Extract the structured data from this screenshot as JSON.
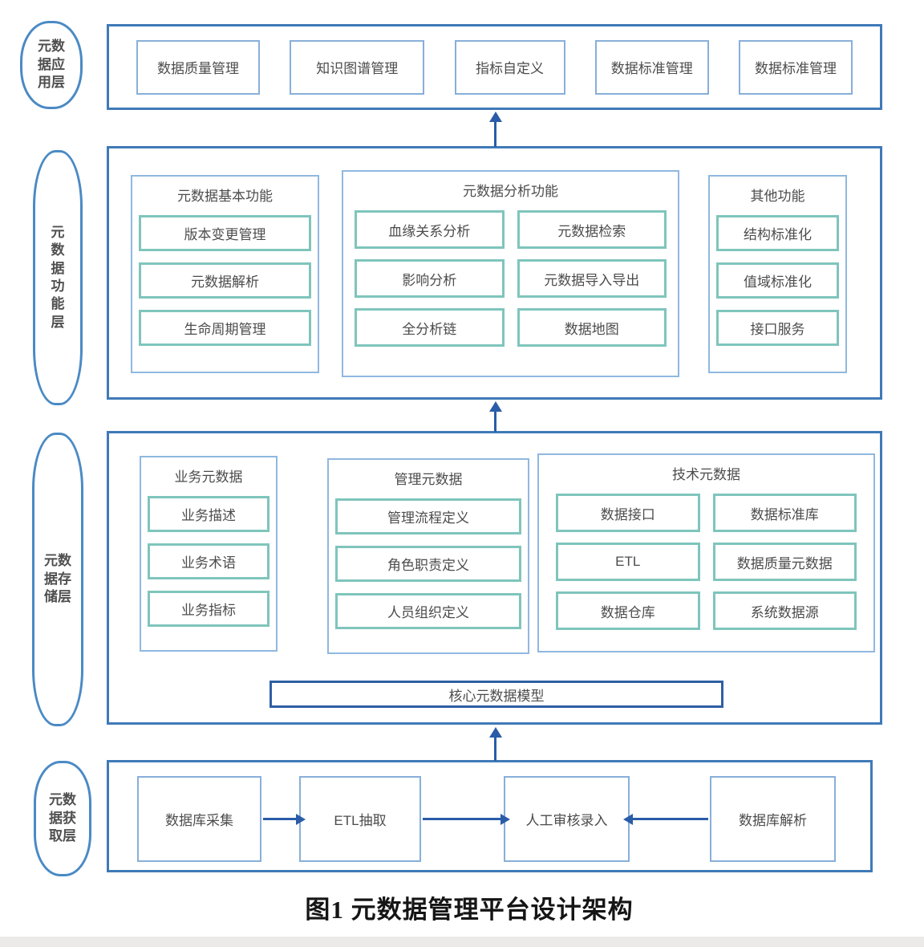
{
  "caption": "图1 元数据管理平台设计架构",
  "ovals": [
    {
      "label": "元数\n据应\n用层"
    },
    {
      "label": "元\n数\n据\n功\n能\n层"
    },
    {
      "label": "元数\n据存\n储层"
    },
    {
      "label": "元数\n据获\n取层"
    }
  ],
  "app_layer": {
    "boxes": [
      "数据质量管理",
      "知识图谱管理",
      "指标自定义",
      "数据标准管理",
      "数据标准管理"
    ]
  },
  "func_layer": {
    "basic": {
      "title": "元数据基本功能",
      "items": [
        "版本变更管理",
        "元数据解析",
        "生命周期管理"
      ]
    },
    "analysis": {
      "title": "元数据分析功能",
      "items": [
        "血缘关系分析",
        "元数据检索",
        "影响分析",
        "元数据导入导出",
        "全分析链",
        "数据地图"
      ]
    },
    "other": {
      "title": "其他功能",
      "items": [
        "结构标准化",
        "值域标准化",
        "接口服务"
      ]
    }
  },
  "storage_layer": {
    "business": {
      "title": "业务元数据",
      "items": [
        "业务描述",
        "业务术语",
        "业务指标"
      ]
    },
    "management": {
      "title": "管理元数据",
      "items": [
        "管理流程定义",
        "角色职责定义",
        "人员组织定义"
      ]
    },
    "technical": {
      "title": "技术元数据",
      "items": [
        "数据接口",
        "数据标准库",
        "ETL",
        "数据质量元数据",
        "数据仓库",
        "系统数据源"
      ]
    },
    "core": "核心元数据模型"
  },
  "acq_layer": {
    "boxes": [
      "数据库采集",
      "ETL抽取",
      "人工审核录入",
      "数据库解析"
    ]
  },
  "colors": {
    "layer_border": "#3f7ab8",
    "app_box_border": "#88afd9",
    "group_border": "#8fb8e0",
    "item_border_teal": "#7fc5bc",
    "core_border": "#2e5fa4",
    "arrow": "#2a5ca8",
    "oval_border": "#4a8ac4",
    "text": "#4c4c4c"
  }
}
